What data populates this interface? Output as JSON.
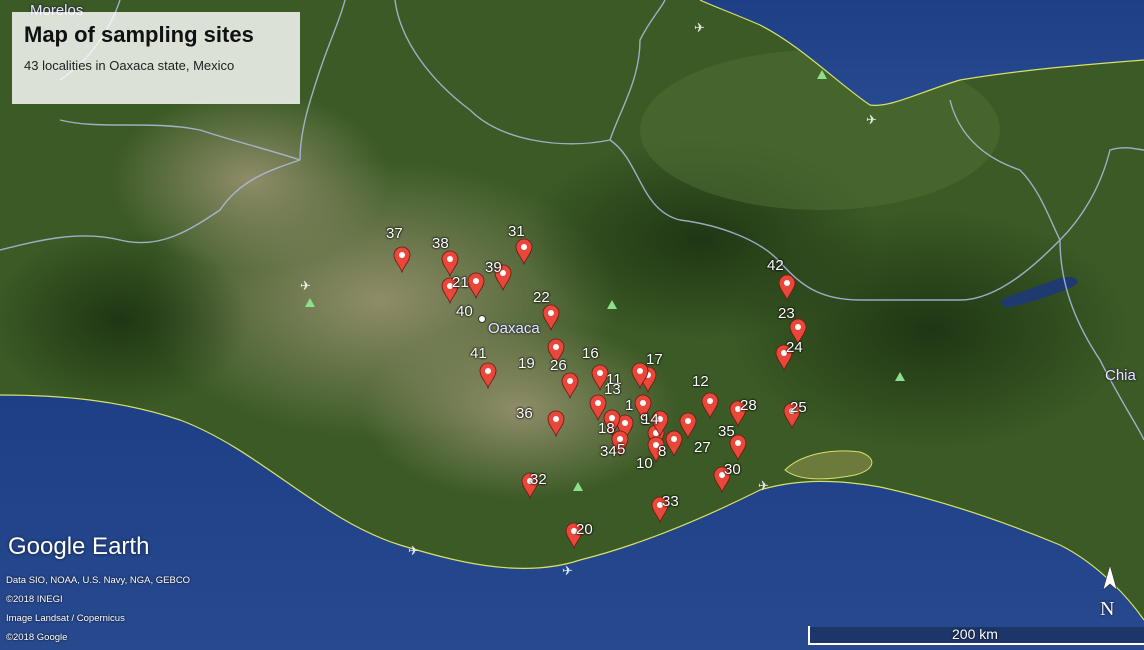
{
  "title": "Map of sampling sites",
  "subtitle": "43 localities in Oaxaca state, Mexico",
  "labels": {
    "city": "Oaxaca",
    "chiapas_partial": "Chia",
    "morelos_partial": "Morelos"
  },
  "branding": "Google Earth",
  "attribution": [
    "Data SIO, NOAA, U.S. Navy, NGA, GEBCO",
    "©2018 INEGI",
    "Image Landsat / Copernicus",
    "©2018 Google"
  ],
  "scale_label": "200 km",
  "north_label": "N",
  "colors": {
    "marker": "#e8473a",
    "border": "#aebfe0",
    "coastline": "#d9e06a"
  },
  "sites": [
    "1",
    "5",
    "8",
    "9",
    "10",
    "11",
    "12",
    "13",
    "14",
    "16",
    "17",
    "18",
    "19",
    "20",
    "21",
    "22",
    "23",
    "24",
    "25",
    "26",
    "27",
    "28",
    "30",
    "31",
    "32",
    "33",
    "34",
    "35",
    "36",
    "37",
    "38",
    "39",
    "40",
    "41",
    "42"
  ]
}
